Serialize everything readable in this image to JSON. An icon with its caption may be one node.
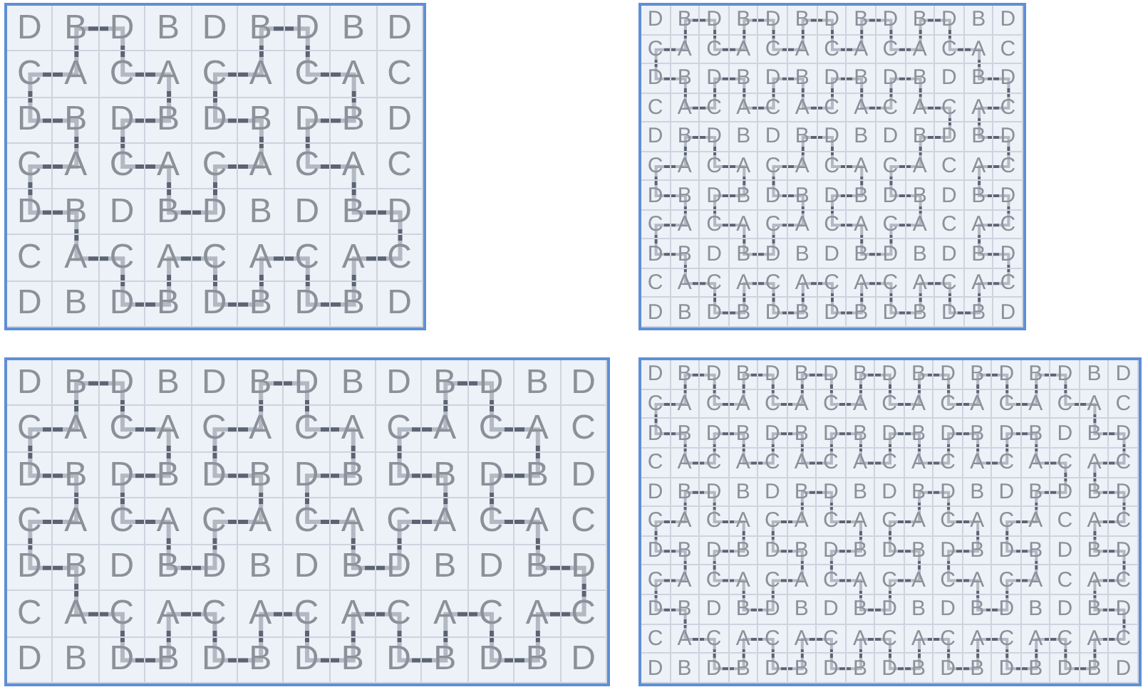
{
  "diagram": {
    "nodes": [
      {
        "text": [
          "D",
          "B",
          "D",
          "B",
          "D",
          "B",
          "D",
          "B",
          "D",
          "C",
          "A",
          "C",
          "A",
          "C",
          "A",
          "C",
          "A",
          "C",
          "D",
          "B",
          "D",
          "B",
          "D",
          "B",
          "D",
          "B",
          "D",
          "C",
          "A",
          "C",
          "A",
          "C",
          "A",
          "C",
          "A",
          "C",
          "D",
          "B",
          "D",
          "B",
          "D",
          "B",
          "D",
          "B",
          "D",
          "C",
          "A",
          "C",
          "A",
          "C",
          "A",
          "C",
          "A",
          "C",
          "D",
          "B",
          "D",
          "B",
          "D",
          "B",
          "D",
          "B",
          "D"
        ]
      },
      {
        "text": [
          "D",
          "B",
          "D",
          "B",
          "D",
          "B",
          "D",
          "B",
          "D",
          "B",
          "D",
          "B",
          "D",
          "C",
          "A",
          "C",
          "A",
          "C",
          "A",
          "C",
          "A",
          "C",
          "A",
          "C",
          "A",
          "C",
          "D",
          "B",
          "D",
          "B",
          "D",
          "B",
          "D",
          "B",
          "D",
          "B",
          "D",
          "B",
          "D",
          "C",
          "A",
          "C",
          "A",
          "C",
          "A",
          "C",
          "A",
          "C",
          "A",
          "C",
          "A",
          "C",
          "D",
          "B",
          "D",
          "B",
          "D",
          "B",
          "D",
          "B",
          "D",
          "B",
          "D",
          "B",
          "D",
          "C",
          "A",
          "C",
          "A",
          "C",
          "A",
          "C",
          "A",
          "C",
          "A",
          "C",
          "A",
          "C",
          "D",
          "B",
          "D",
          "B",
          "D",
          "B",
          "D",
          "B",
          "D",
          "B",
          "D",
          "B",
          "D",
          "C",
          "A",
          "C",
          "A",
          "C",
          "A",
          "C",
          "A",
          "C",
          "A",
          "C",
          "A",
          "C",
          "D",
          "B",
          "D",
          "B",
          "D",
          "B",
          "D",
          "B",
          "D",
          "B",
          "D",
          "B",
          "D",
          "C",
          "A",
          "C",
          "A",
          "C",
          "A",
          "C",
          "A",
          "C",
          "A",
          "C",
          "A",
          "C",
          "D",
          "B",
          "D",
          "B",
          "D",
          "B",
          "D",
          "B",
          "D",
          "B",
          "D",
          "B",
          "D"
        ]
      },
      {
        "text": [
          "D",
          "B",
          "D",
          "B",
          "D",
          "B",
          "D",
          "B",
          "D",
          "B",
          "D",
          "B",
          "D",
          "C",
          "A",
          "C",
          "A",
          "C",
          "A",
          "C",
          "A",
          "C",
          "A",
          "C",
          "A",
          "C",
          "D",
          "B",
          "D",
          "B",
          "D",
          "B",
          "D",
          "B",
          "D",
          "B",
          "D",
          "B",
          "D",
          "C",
          "A",
          "C",
          "A",
          "C",
          "A",
          "C",
          "A",
          "C",
          "A",
          "C",
          "A",
          "C",
          "D",
          "B",
          "D",
          "B",
          "D",
          "B",
          "D",
          "B",
          "D",
          "B",
          "D",
          "B",
          "D",
          "C",
          "A",
          "C",
          "A",
          "C",
          "A",
          "C",
          "A",
          "C",
          "A",
          "C",
          "A",
          "C",
          "D",
          "B",
          "D",
          "B",
          "D",
          "B",
          "D",
          "B",
          "D",
          "B",
          "D",
          "B",
          "D"
        ]
      },
      {
        "text": [
          "D",
          "B",
          "D",
          "B",
          "D",
          "B",
          "D",
          "B",
          "D",
          "B",
          "D",
          "B",
          "D",
          "B",
          "D",
          "B",
          "D",
          "C",
          "A",
          "C",
          "A",
          "C",
          "A",
          "C",
          "A",
          "C",
          "A",
          "C",
          "A",
          "C",
          "A",
          "C",
          "A",
          "C",
          "D",
          "B",
          "D",
          "B",
          "D",
          "B",
          "D",
          "B",
          "D",
          "B",
          "D",
          "B",
          "D",
          "B",
          "D",
          "B",
          "D",
          "C",
          "A",
          "C",
          "A",
          "C",
          "A",
          "C",
          "A",
          "C",
          "A",
          "C",
          "A",
          "C",
          "A",
          "C",
          "A",
          "C",
          "D",
          "B",
          "D",
          "B",
          "D",
          "B",
          "D",
          "B",
          "D",
          "B",
          "D",
          "B",
          "D",
          "B",
          "D",
          "B",
          "D",
          "C",
          "A",
          "C",
          "A",
          "C",
          "A",
          "C",
          "A",
          "C",
          "A",
          "C",
          "A",
          "C",
          "A",
          "C",
          "A",
          "C",
          "D",
          "B",
          "D",
          "B",
          "D",
          "B",
          "D",
          "B",
          "D",
          "B",
          "D",
          "B",
          "D",
          "B",
          "D",
          "B",
          "D",
          "C",
          "A",
          "C",
          "A",
          "C",
          "A",
          "C",
          "A",
          "C",
          "A",
          "C",
          "A",
          "C",
          "A",
          "C",
          "A",
          "C",
          "D",
          "B",
          "D",
          "B",
          "D",
          "B",
          "D",
          "B",
          "D",
          "B",
          "D",
          "B",
          "D",
          "B",
          "D",
          "B",
          "D",
          "C",
          "A",
          "C",
          "A",
          "C",
          "A",
          "C",
          "A",
          "C",
          "A",
          "C",
          "A",
          "C",
          "A",
          "C",
          "A",
          "C",
          "D",
          "B",
          "D",
          "B",
          "D",
          "B",
          "D",
          "B",
          "D",
          "B",
          "D",
          "B",
          "D",
          "B",
          "D",
          "B",
          "D"
        ]
      }
    ]
  }
}
